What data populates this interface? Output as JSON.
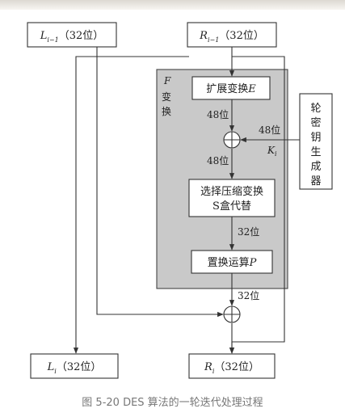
{
  "top": {
    "left_box": {
      "sym": "L",
      "sub": "i−1",
      "bits": "（32位）"
    },
    "right_box": {
      "sym": "R",
      "sub": "i−1",
      "bits": "（32位）"
    }
  },
  "f_panel": {
    "f_label": "F",
    "f_text_1": "变",
    "f_text_2": "换"
  },
  "expand": {
    "text": "扩展变换",
    "sym": "E"
  },
  "bits_48_a": "48位",
  "bits_48_b": "48位",
  "bits_48_key": "48位",
  "key_sym": "K",
  "key_sub": "i",
  "key_gen_chars": [
    "轮",
    "密",
    "钥",
    "生",
    "成",
    "器"
  ],
  "sbox": {
    "line1": "选择压缩变换",
    "line2": "S盒代替"
  },
  "bits_32_a": "32位",
  "perm": {
    "text": "置换运算",
    "sym": "P"
  },
  "bits_32_b": "32位",
  "bottom": {
    "left_box": {
      "sym": "L",
      "sub": "i",
      "bits": "（32位）"
    },
    "right_box": {
      "sym": "R",
      "sub": "i",
      "bits": "（32位）"
    }
  },
  "caption": "图 5-20  DES 算法的一轮迭代处理过程"
}
